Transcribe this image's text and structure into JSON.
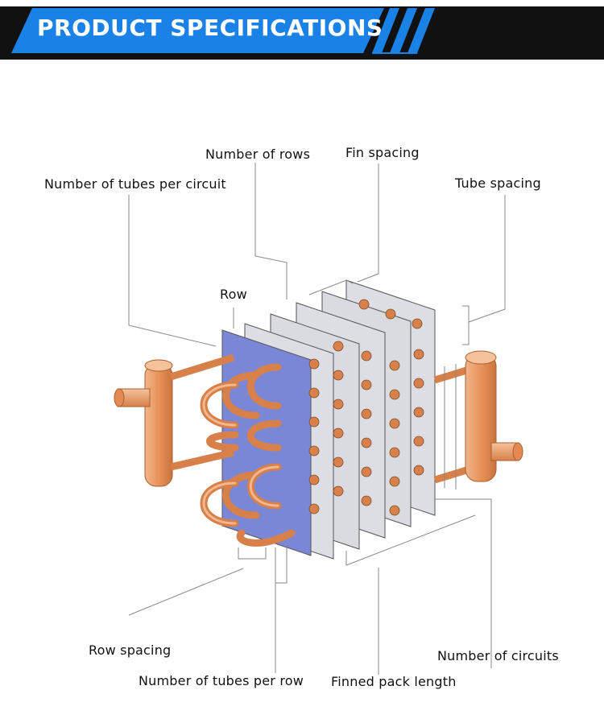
{
  "banner": {
    "title": "PRODUCT SPECIFICATIONS"
  },
  "labels": {
    "number_of_rows": "Number of rows",
    "fin_spacing": "Fin spacing",
    "tubes_per_circuit": "Number of tubes per circuit",
    "tube_spacing": "Tube spacing",
    "row": "Row",
    "row_spacing": "Row spacing",
    "number_of_circuits": "Number of circuits",
    "tubes_per_row": "Number of tubes per row",
    "finned_pack_length": "Finned pack length"
  },
  "colors": {
    "banner_blue": "#1a82e6",
    "banner_dark": "#111111",
    "copper": "#e8935a",
    "fin": "#d9dbe1",
    "row_highlight": "#7a86d6"
  }
}
